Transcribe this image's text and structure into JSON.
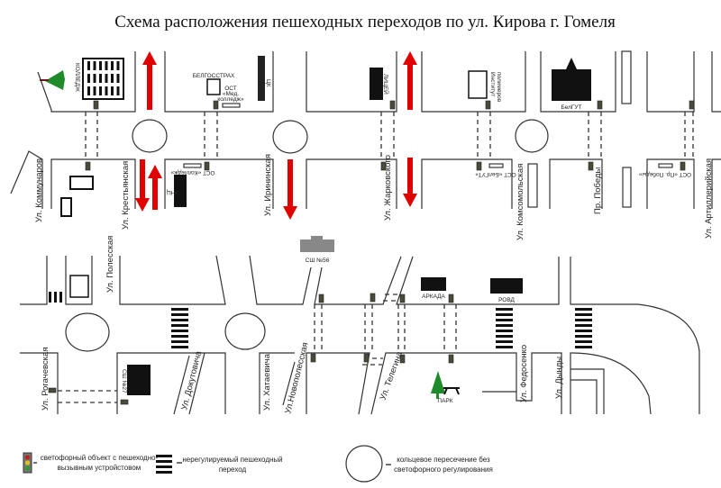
{
  "title": "Схема расположения пешеходных переходов по ул. Кирова г. Гомеля",
  "streets": {
    "kommunarov": "Ул. Коммунаров",
    "krestyanskaya": "Ул. Крестьянская",
    "irininskaya": "Ул. Ирининская",
    "zharkovskogo": "Ул. Жарковского",
    "komsomolskaya": "Ул. Комсомольская",
    "pobedy": "Пр. Победы",
    "artilleriyskaya": "Ул. Артиллерийская",
    "polesskaya": "Ул. Полесская",
    "rogachevskaya": "Ул. Рогачевская",
    "dokutovicha": "Ул. Докутовича",
    "khataevicha": "Ул. Хатаевича",
    "novopolesskaya": "Ул.Новополесская",
    "telegina": "Ул. Телегина",
    "fedosenko": "Ул. Федосенко",
    "dyndy": "Ул. Дынды"
  },
  "buildings": {
    "college": "КОЛЛЕДЖ",
    "belgosstrakh": "БЕЛГОССТРАХ",
    "stop_med_college_1": "ОСТ",
    "stop_med_college_2": "«Мед.",
    "stop_med_college_3": "колледж»",
    "tsk": "ЦК",
    "lyceum": "ЛИЦЕЙ",
    "polymers_1": "Институт",
    "polymers_2": "полимеров",
    "belgut": "БелГУТ",
    "stop_kolledzh": "ОСТ «Колледж»",
    "enc": "ЭНЦ",
    "stop_belgut": "ОСТ «БелГУТ»",
    "stop_pobedy": "ОСТ «Пр. Победы»",
    "school56": "СШ №56",
    "arkada": "АРКАДА",
    "rovd": "РОВД",
    "park": "ПАРК",
    "school27": "СШ №27"
  },
  "legend": {
    "traffic_light_1": "светофорный объект с пешеходно-",
    "traffic_light_2": "вызывным устройстовом",
    "zebra_1": "нерегулируемый пешеходный",
    "zebra_2": "переход",
    "roundabout_1": "кольцевое пересечение без",
    "roundabout_2": "светофорного регулирования"
  },
  "colors": {
    "arrow": "#e00000",
    "tree": "#1f8a2a",
    "traffic_light_red": "#c0201a",
    "traffic_light_yellow": "#e0c020",
    "traffic_light_green": "#2a9a2a"
  }
}
